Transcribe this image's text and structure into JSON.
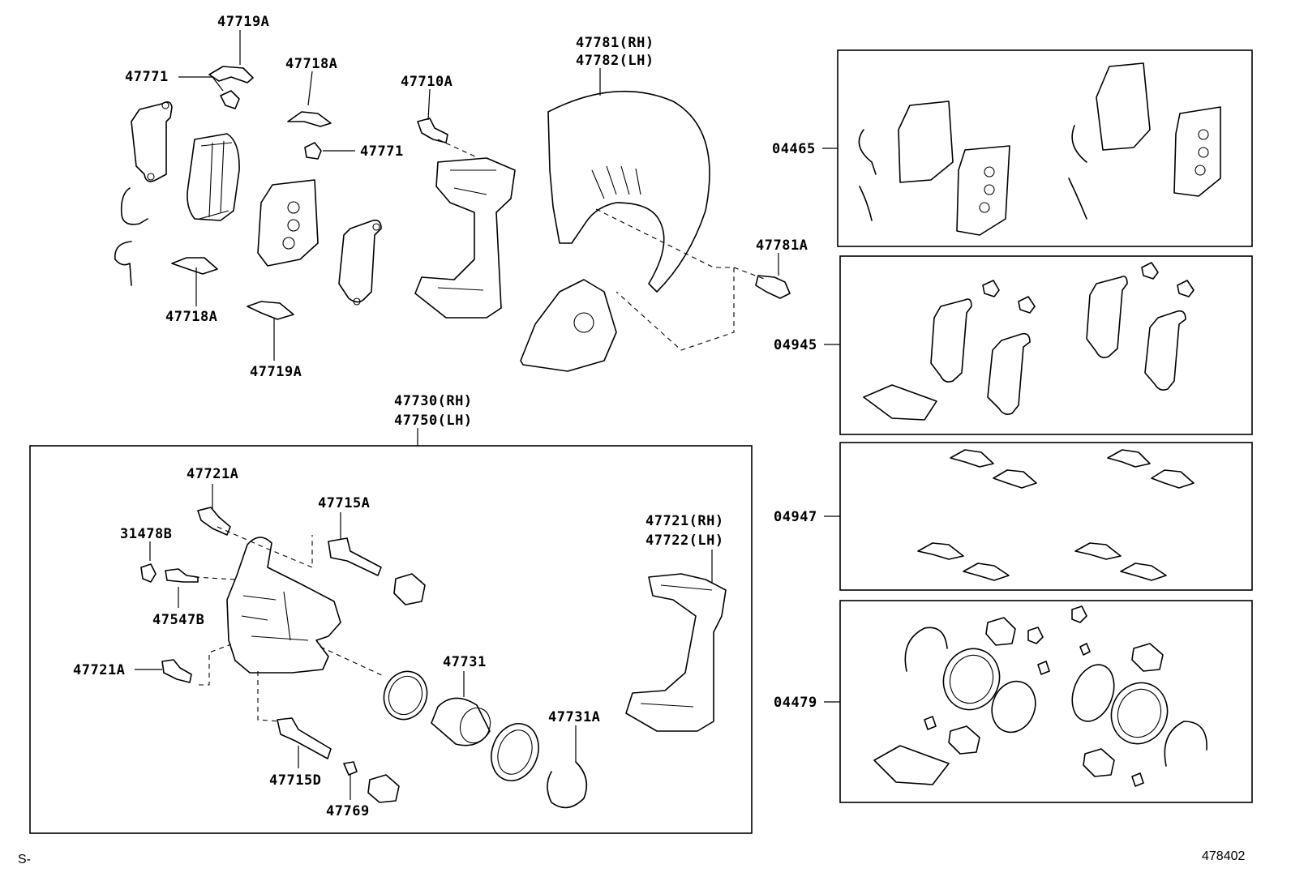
{
  "labels": {
    "p47719A_top": "47719A",
    "p47771_top": "47771",
    "p47718A_top": "47718A",
    "p47771_mid": "47771",
    "p47710A": "47710A",
    "p47781_rh": "47781(RH)",
    "p47782_lh": "47782(LH)",
    "p47781A": "47781A",
    "p47718A_bot": "47718A",
    "p47719A_bot": "47719A",
    "p47730_rh": "47730(RH)",
    "p47750_lh": "47750(LH)",
    "p47721A_top": "47721A",
    "p47715A": "47715A",
    "p31478B": "31478B",
    "p47547B": "47547B",
    "p47721A_left": "47721A",
    "p47715D": "47715D",
    "p47769": "47769",
    "p47731": "47731",
    "p47731A": "47731A",
    "p47721_rh": "47721(RH)",
    "p47722_lh": "47722(LH)",
    "kit04465": "04465",
    "kit04945": "04945",
    "kit04947": "04947",
    "kit04479": "04479"
  },
  "footer": {
    "left_mark": "S-",
    "diagram_number": "478402"
  }
}
